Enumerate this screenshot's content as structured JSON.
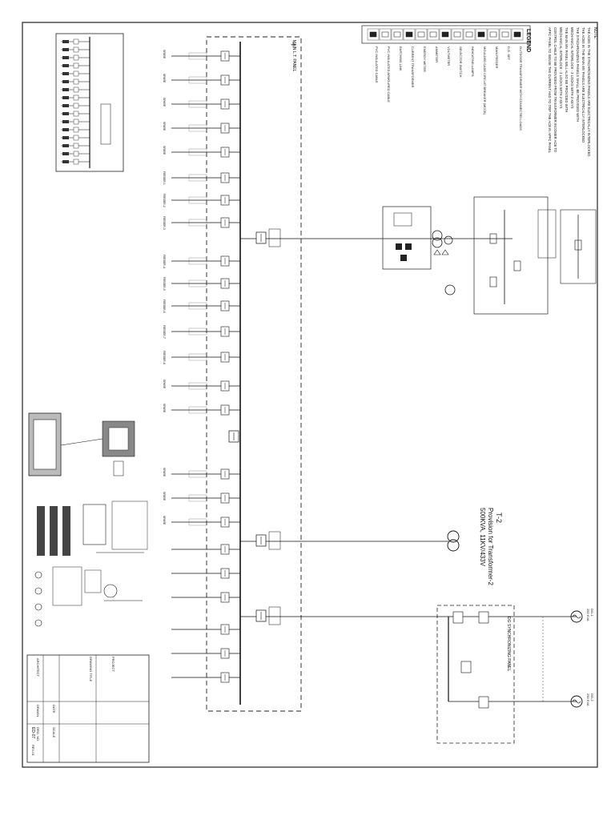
{
  "notes": {
    "heading": "NOTE:",
    "lines": [
      "THE ACBS IN THE SYNCHRONIZING PANELS ARE ELECTRICALLY INTERLOCKED",
      "THE ACBS IN THE MAIN MV PANELS ARE ELECTRICALLY INTERLOCKED",
      "THE SYNCHRONIZING PANELS SHALL BE PROVIDED WITH",
      "MECHANICAL INTERLOCK - 3 LOCKS WITH 2 KEYS",
      "THE MAIN MV PANEL WILL ALSO BE PROVIDED WITH",
      "MECHANICAL INTERLOCK - 3 LOCKS WITH 2 KEYS",
      "CONTROL CABLE TO BE PROVIDED FROM TRANSFORMER INCOMER ACB TO",
      "APFC PANEL TO SENSE THE CURRENT AND TO TRIP THE ACB IN APFC PANEL"
    ]
  },
  "legend": {
    "title": "LEGEND",
    "items": [
      "OUTDOOR TRANSFORMER WITH CONNECTED LOADS",
      "D.G. SET",
      "MAIN FEEDER",
      "MOULDED CASE CIRCUIT BREAKER (MCCB)",
      "INDICATING LAMPS",
      "SELECTOR SWITCH",
      "VOLTMETER",
      "AMMETER",
      "ENERGY METER",
      "CURRENT TRANSFORMER",
      "EARTHING LINK",
      "PVC INSULATED ARMOURED CABLE",
      "PVC INSULATED CABLE"
    ]
  },
  "panels": {
    "main_lt": "MAIN L.T. PANEL",
    "dg_sync": "DG SYNCHRONIZING PANEL"
  },
  "transformer2": {
    "name": "T-2",
    "title": "Provision for Transformer-2",
    "rating": "500KVA, 11KV/433V"
  },
  "dg_sets": [
    {
      "name": "DG-1",
      "rating": "250 KVA"
    },
    {
      "name": "DG-2",
      "rating": "250 KVA"
    }
  ],
  "feeders": [
    "SPARE",
    "SPARE",
    "SPARE",
    "SPARE",
    "SPARE",
    "FEEDER-1",
    "FEEDER-2",
    "FEEDER-3",
    "FEEDER-4",
    "FEEDER-5",
    "FEEDER-6",
    "FEEDER-7",
    "FEEDER-8",
    "SPARE",
    "SPARE",
    "SPARE",
    "SPARE",
    "SPARE"
  ],
  "title_block": {
    "project_label": "PROJECT",
    "drawing_title_label": "DRAWING TITLE",
    "headers": [
      "ARCHITECT",
      "DRAWN",
      "DATE",
      "SCALE",
      "DRG. NO."
    ],
    "drawing_no": "ED-07",
    "revision": "REV-01"
  }
}
